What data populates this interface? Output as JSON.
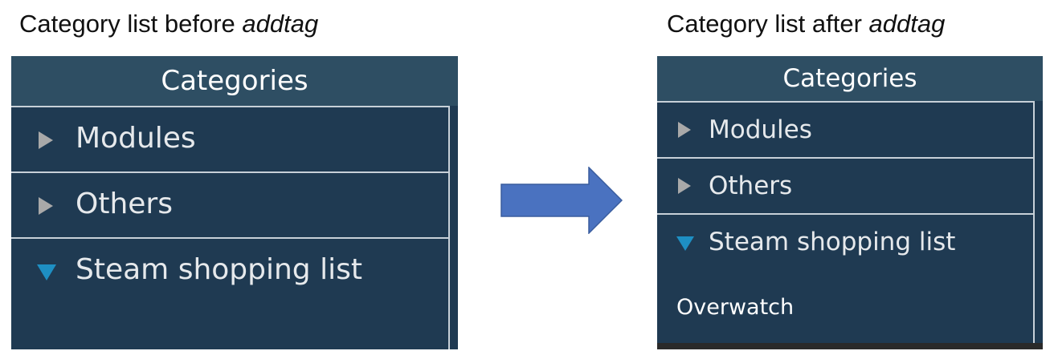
{
  "captions": {
    "left": {
      "prefix": "Category list before ",
      "command": "addtag"
    },
    "right": {
      "prefix": "Category list after ",
      "command": "addtag"
    }
  },
  "before_panel": {
    "header": "Categories",
    "items": [
      {
        "label": "Modules",
        "state": "collapsed"
      },
      {
        "label": "Others",
        "state": "collapsed"
      },
      {
        "label": "Steam shopping list",
        "state": "expanded",
        "children": []
      }
    ]
  },
  "after_panel": {
    "header": "Categories",
    "items": [
      {
        "label": "Modules",
        "state": "collapsed"
      },
      {
        "label": "Others",
        "state": "collapsed"
      },
      {
        "label": "Steam shopping list",
        "state": "expanded",
        "children": [
          "Overwatch"
        ]
      }
    ]
  },
  "icons": {
    "collapsed": "triangle-right-icon",
    "expanded": "triangle-down-icon",
    "transition": "arrow-right-icon"
  },
  "colors": {
    "panel_background": "#1f3a52",
    "header_background": "#2e4e63",
    "expanded_triangle": "#1e8fc3",
    "collapsed_triangle": "#a9a9a9",
    "arrow_fill": "#4a72c0"
  }
}
